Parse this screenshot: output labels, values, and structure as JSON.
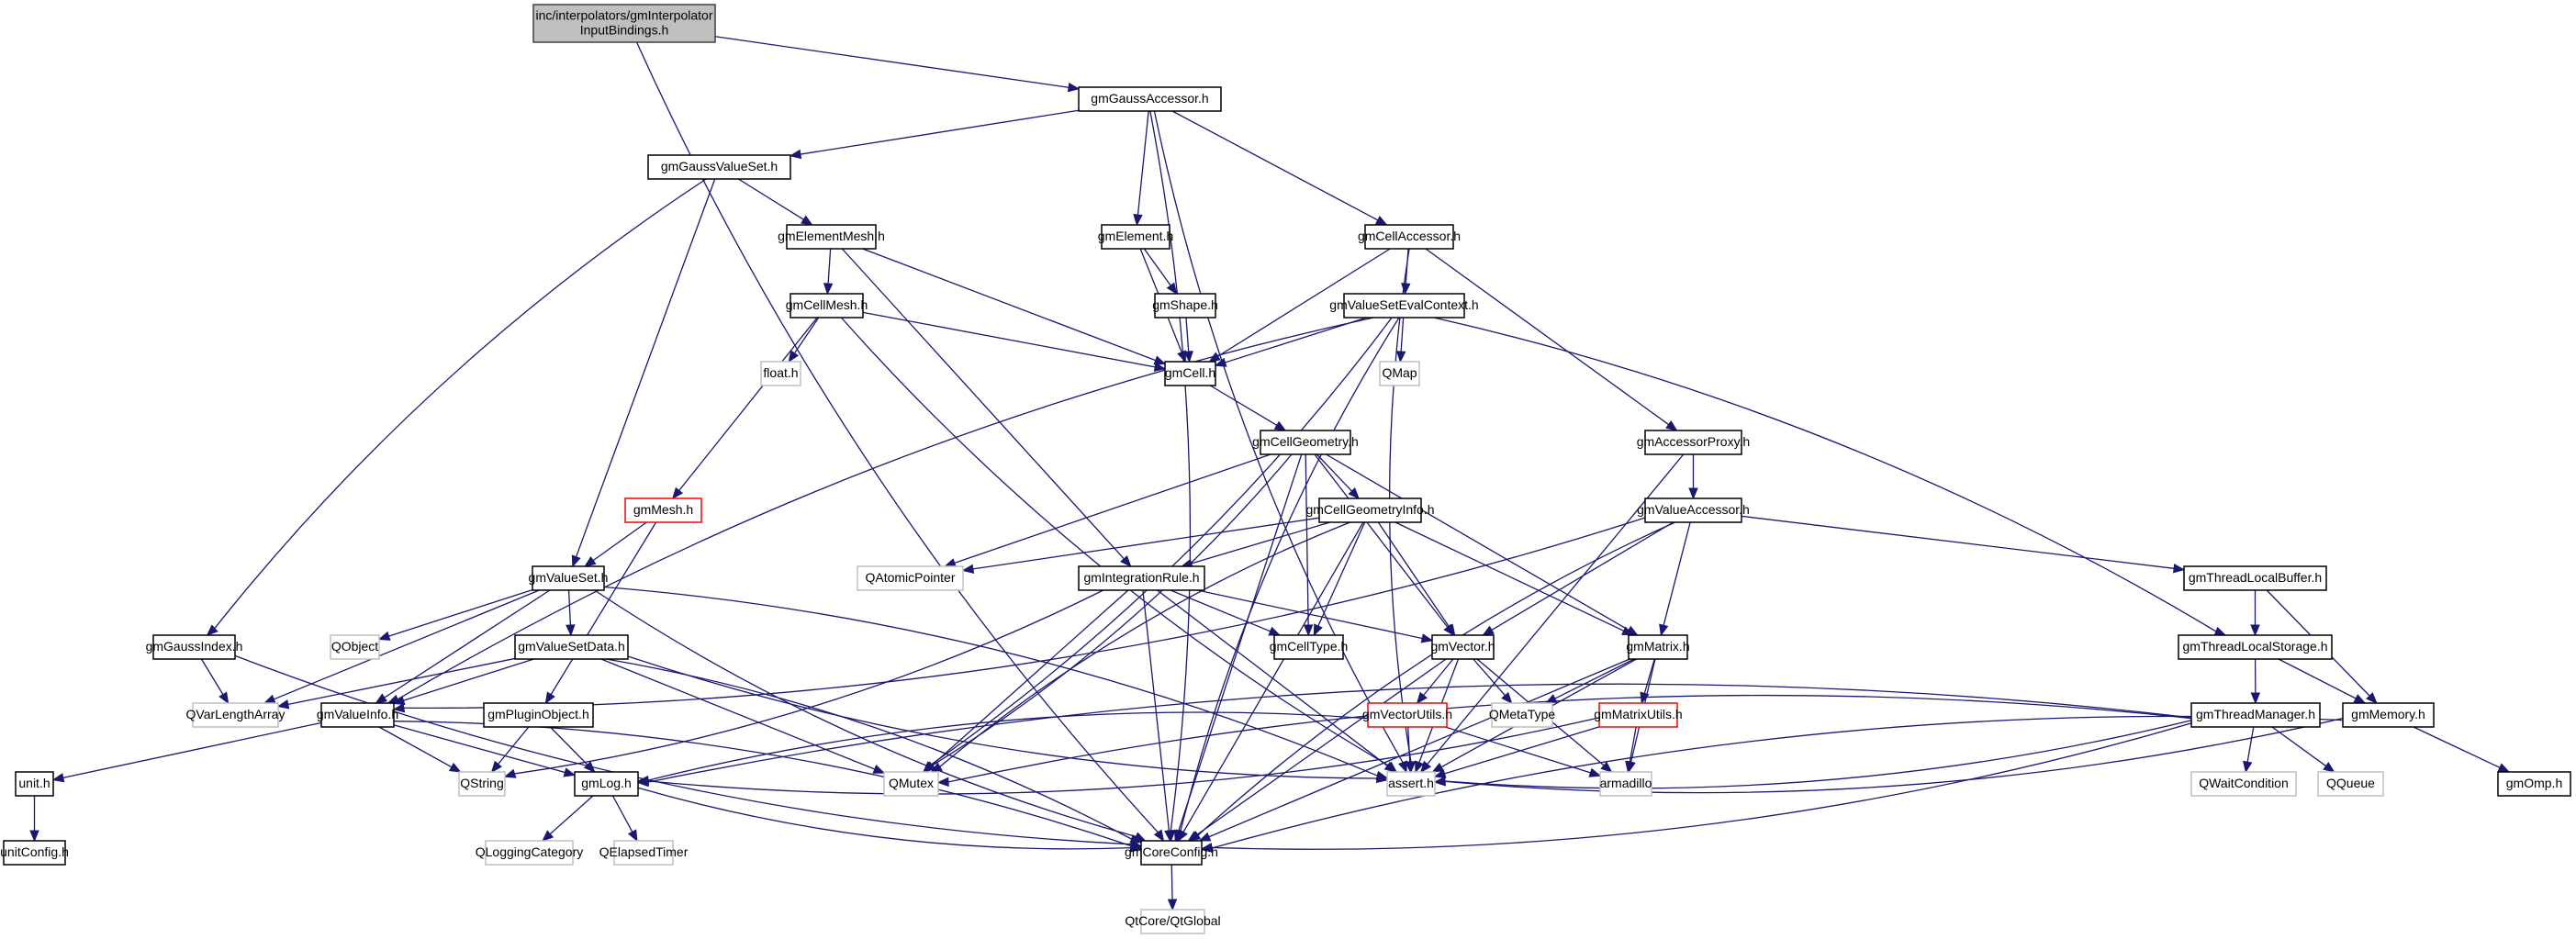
{
  "title": "Include dependency graph for inc/interpolators/gmInterpolatorInputBindings.h",
  "colors": {
    "edge": "#191970",
    "root_fill": "#bfbfbf",
    "root_border": "#404040",
    "node_border": "#000000",
    "external_border": "#bfbfbf",
    "undocumented_border": "#ff0000",
    "node_fill": "#ffffff"
  },
  "nodes": [
    {
      "id": "root",
      "lines": [
        "inc/interpolators/gmInterpolator",
        "InputBindings.h"
      ],
      "kind": "root"
    },
    {
      "id": "gmGaussAccessor",
      "lines": [
        "gmGaussAccessor.h"
      ],
      "kind": "normal"
    },
    {
      "id": "gmGaussValueSet",
      "lines": [
        "gmGaussValueSet.h"
      ],
      "kind": "normal"
    },
    {
      "id": "gmElementMesh",
      "lines": [
        "gmElementMesh.h"
      ],
      "kind": "normal"
    },
    {
      "id": "gmElement",
      "lines": [
        "gmElement.h"
      ],
      "kind": "normal"
    },
    {
      "id": "gmCellAccessor",
      "lines": [
        "gmCellAccessor.h"
      ],
      "kind": "normal"
    },
    {
      "id": "gmCellMesh",
      "lines": [
        "gmCellMesh.h"
      ],
      "kind": "normal"
    },
    {
      "id": "gmShape",
      "lines": [
        "gmShape.h"
      ],
      "kind": "normal"
    },
    {
      "id": "gmValueSetEvalContext",
      "lines": [
        "gmValueSetEvalContext.h"
      ],
      "kind": "normal"
    },
    {
      "id": "float",
      "lines": [
        "float.h"
      ],
      "kind": "external"
    },
    {
      "id": "gmCell",
      "lines": [
        "gmCell.h"
      ],
      "kind": "normal"
    },
    {
      "id": "QMap",
      "lines": [
        "QMap"
      ],
      "kind": "external"
    },
    {
      "id": "gmCellGeometry",
      "lines": [
        "gmCellGeometry.h"
      ],
      "kind": "normal"
    },
    {
      "id": "gmAccessorProxy",
      "lines": [
        "gmAccessorProxy.h"
      ],
      "kind": "normal"
    },
    {
      "id": "gmMesh",
      "lines": [
        "gmMesh.h"
      ],
      "kind": "undocumented"
    },
    {
      "id": "gmCellGeometryInfo",
      "lines": [
        "gmCellGeometryInfo.h"
      ],
      "kind": "normal"
    },
    {
      "id": "gmValueAccessor",
      "lines": [
        "gmValueAccessor.h"
      ],
      "kind": "normal"
    },
    {
      "id": "gmValueSet",
      "lines": [
        "gmValueSet.h"
      ],
      "kind": "normal"
    },
    {
      "id": "QAtomicPointer",
      "lines": [
        "QAtomicPointer"
      ],
      "kind": "external"
    },
    {
      "id": "gmIntegrationRule",
      "lines": [
        "gmIntegrationRule.h"
      ],
      "kind": "normal"
    },
    {
      "id": "gmThreadLocalBuffer",
      "lines": [
        "gmThreadLocalBuffer.h"
      ],
      "kind": "normal"
    },
    {
      "id": "gmGaussIndex",
      "lines": [
        "gmGaussIndex.h"
      ],
      "kind": "normal"
    },
    {
      "id": "QObject",
      "lines": [
        "QObject"
      ],
      "kind": "external"
    },
    {
      "id": "gmValueSetData",
      "lines": [
        "gmValueSetData.h"
      ],
      "kind": "normal"
    },
    {
      "id": "gmCellType",
      "lines": [
        "gmCellType.h"
      ],
      "kind": "normal"
    },
    {
      "id": "gmVector",
      "lines": [
        "gmVector.h"
      ],
      "kind": "normal"
    },
    {
      "id": "gmMatrix",
      "lines": [
        "gmMatrix.h"
      ],
      "kind": "normal"
    },
    {
      "id": "gmThreadLocalStorage",
      "lines": [
        "gmThreadLocalStorage.h"
      ],
      "kind": "normal"
    },
    {
      "id": "QVarLengthArray",
      "lines": [
        "QVarLengthArray"
      ],
      "kind": "external"
    },
    {
      "id": "gmValueInfo",
      "lines": [
        "gmValueInfo.h"
      ],
      "kind": "normal"
    },
    {
      "id": "gmPluginObject",
      "lines": [
        "gmPluginObject.h"
      ],
      "kind": "normal"
    },
    {
      "id": "gmVectorUtils",
      "lines": [
        "gmVectorUtils.h"
      ],
      "kind": "undocumented"
    },
    {
      "id": "QMetaType",
      "lines": [
        "QMetaType"
      ],
      "kind": "external"
    },
    {
      "id": "gmMatrixUtils",
      "lines": [
        "gmMatrixUtils.h"
      ],
      "kind": "undocumented"
    },
    {
      "id": "gmThreadManager",
      "lines": [
        "gmThreadManager.h"
      ],
      "kind": "normal"
    },
    {
      "id": "gmMemory",
      "lines": [
        "gmMemory.h"
      ],
      "kind": "normal"
    },
    {
      "id": "unit",
      "lines": [
        "unit.h"
      ],
      "kind": "normal"
    },
    {
      "id": "QString",
      "lines": [
        "QString"
      ],
      "kind": "external"
    },
    {
      "id": "gmLog",
      "lines": [
        "gmLog.h"
      ],
      "kind": "normal"
    },
    {
      "id": "QMutex",
      "lines": [
        "QMutex"
      ],
      "kind": "external"
    },
    {
      "id": "assert",
      "lines": [
        "assert.h"
      ],
      "kind": "external"
    },
    {
      "id": "armadillo",
      "lines": [
        "armadillo"
      ],
      "kind": "external"
    },
    {
      "id": "QWaitCondition",
      "lines": [
        "QWaitCondition"
      ],
      "kind": "external"
    },
    {
      "id": "QQueue",
      "lines": [
        "QQueue"
      ],
      "kind": "external"
    },
    {
      "id": "gmOmp",
      "lines": [
        "gmOmp.h"
      ],
      "kind": "normal"
    },
    {
      "id": "unitConfig",
      "lines": [
        "unitConfig.h"
      ],
      "kind": "normal"
    },
    {
      "id": "QLoggingCategory",
      "lines": [
        "QLoggingCategory"
      ],
      "kind": "external"
    },
    {
      "id": "QElapsedTimer",
      "lines": [
        "QElapsedTimer"
      ],
      "kind": "external"
    },
    {
      "id": "gmCoreConfig",
      "lines": [
        "gmCoreConfig.h"
      ],
      "kind": "normal"
    },
    {
      "id": "QtGlobal",
      "lines": [
        "QtCore/QtGlobal"
      ],
      "kind": "external"
    }
  ],
  "edges": [
    [
      "root",
      "gmGaussAccessor"
    ],
    [
      "root",
      "gmCoreConfig"
    ],
    [
      "gmGaussAccessor",
      "gmGaussValueSet"
    ],
    [
      "gmGaussAccessor",
      "gmElement"
    ],
    [
      "gmGaussAccessor",
      "gmCellAccessor"
    ],
    [
      "gmGaussAccessor",
      "assert"
    ],
    [
      "gmGaussAccessor",
      "gmCoreConfig"
    ],
    [
      "gmGaussValueSet",
      "gmElementMesh"
    ],
    [
      "gmGaussValueSet",
      "gmValueSet"
    ],
    [
      "gmGaussValueSet",
      "gmGaussIndex"
    ],
    [
      "gmElementMesh",
      "gmCellMesh"
    ],
    [
      "gmElementMesh",
      "gmCell"
    ],
    [
      "gmElementMesh",
      "gmIntegrationRule"
    ],
    [
      "gmElement",
      "gmShape"
    ],
    [
      "gmElement",
      "gmCell"
    ],
    [
      "gmShape",
      "gmCell"
    ],
    [
      "gmCellAccessor",
      "gmCell"
    ],
    [
      "gmCellAccessor",
      "gmValueSetEvalContext"
    ],
    [
      "gmCellAccessor",
      "gmAccessorProxy"
    ],
    [
      "gmCellAccessor",
      "assert"
    ],
    [
      "gmCellMesh",
      "float"
    ],
    [
      "gmCellMesh",
      "gmCell"
    ],
    [
      "gmCellMesh",
      "gmMesh"
    ],
    [
      "gmCellMesh",
      "assert"
    ],
    [
      "gmValueSetEvalContext",
      "gmCell"
    ],
    [
      "gmValueSetEvalContext",
      "QMap"
    ],
    [
      "gmValueSetEvalContext",
      "gmThreadLocalStorage"
    ],
    [
      "gmValueSetEvalContext",
      "gmValueInfo"
    ],
    [
      "gmValueSetEvalContext",
      "QMutex"
    ],
    [
      "gmValueSetEvalContext",
      "gmCoreConfig"
    ],
    [
      "gmCell",
      "gmCellGeometry"
    ],
    [
      "gmCellGeometry",
      "gmCellGeometryInfo"
    ],
    [
      "gmCellGeometry",
      "gmCellType"
    ],
    [
      "gmCellGeometry",
      "gmVector"
    ],
    [
      "gmCellGeometry",
      "gmMatrix"
    ],
    [
      "gmCellGeometry",
      "QAtomicPointer"
    ],
    [
      "gmCellGeometry",
      "QMutex"
    ],
    [
      "gmCellGeometry",
      "gmCoreConfig"
    ],
    [
      "gmAccessorProxy",
      "gmValueAccessor"
    ],
    [
      "gmAccessorProxy",
      "assert"
    ],
    [
      "gmMesh",
      "gmValueSet"
    ],
    [
      "gmMesh",
      "gmPluginObject"
    ],
    [
      "gmCellGeometryInfo",
      "gmIntegrationRule"
    ],
    [
      "gmCellGeometryInfo",
      "gmCellType"
    ],
    [
      "gmCellGeometryInfo",
      "gmVector"
    ],
    [
      "gmCellGeometryInfo",
      "gmMatrix"
    ],
    [
      "gmCellGeometryInfo",
      "QAtomicPointer"
    ],
    [
      "gmCellGeometryInfo",
      "QMutex"
    ],
    [
      "gmCellGeometryInfo",
      "gmCoreConfig"
    ],
    [
      "gmValueAccessor",
      "gmVector"
    ],
    [
      "gmValueAccessor",
      "gmMatrix"
    ],
    [
      "gmValueAccessor",
      "gmThreadLocalBuffer"
    ],
    [
      "gmValueAccessor",
      "gmValueInfo"
    ],
    [
      "gmValueAccessor",
      "gmCoreConfig"
    ],
    [
      "gmValueSet",
      "QObject"
    ],
    [
      "gmValueSet",
      "gmValueSetData"
    ],
    [
      "gmValueSet",
      "gmValueInfo"
    ],
    [
      "gmValueSet",
      "QVarLengthArray"
    ],
    [
      "gmValueSet",
      "assert"
    ],
    [
      "gmValueSet",
      "gmCoreConfig"
    ],
    [
      "gmIntegrationRule",
      "gmCellType"
    ],
    [
      "gmIntegrationRule",
      "gmVector"
    ],
    [
      "gmIntegrationRule",
      "QString"
    ],
    [
      "gmIntegrationRule",
      "QMutex"
    ],
    [
      "gmIntegrationRule",
      "assert"
    ],
    [
      "gmIntegrationRule",
      "gmCoreConfig"
    ],
    [
      "gmThreadLocalBuffer",
      "gmThreadLocalStorage"
    ],
    [
      "gmThreadLocalBuffer",
      "gmMemory"
    ],
    [
      "gmGaussIndex",
      "QVarLengthArray"
    ],
    [
      "gmGaussIndex",
      "gmCoreConfig"
    ],
    [
      "gmValueSetData",
      "QVarLengthArray"
    ],
    [
      "gmValueSetData",
      "gmValueInfo"
    ],
    [
      "gmValueSetData",
      "QMutex"
    ],
    [
      "gmValueSetData",
      "assert"
    ],
    [
      "gmValueSetData",
      "gmCoreConfig"
    ],
    [
      "gmVector",
      "gmVectorUtils"
    ],
    [
      "gmVector",
      "QMetaType"
    ],
    [
      "gmVector",
      "assert"
    ],
    [
      "gmVector",
      "armadillo"
    ],
    [
      "gmVector",
      "gmCoreConfig"
    ],
    [
      "gmMatrix",
      "gmMatrixUtils"
    ],
    [
      "gmMatrix",
      "QMetaType"
    ],
    [
      "gmMatrix",
      "assert"
    ],
    [
      "gmMatrix",
      "armadillo"
    ],
    [
      "gmMatrix",
      "gmCoreConfig"
    ],
    [
      "gmThreadLocalStorage",
      "gmThreadManager"
    ],
    [
      "gmThreadLocalStorage",
      "gmMemory"
    ],
    [
      "gmValueInfo",
      "unit"
    ],
    [
      "gmValueInfo",
      "QString"
    ],
    [
      "gmValueInfo",
      "gmLog"
    ],
    [
      "gmValueInfo",
      "gmCoreConfig"
    ],
    [
      "gmPluginObject",
      "QString"
    ],
    [
      "gmPluginObject",
      "gmLog"
    ],
    [
      "gmVectorUtils",
      "assert"
    ],
    [
      "gmVectorUtils",
      "armadillo"
    ],
    [
      "gmVectorUtils",
      "gmLog"
    ],
    [
      "gmMatrixUtils",
      "assert"
    ],
    [
      "gmMatrixUtils",
      "armadillo"
    ],
    [
      "gmMatrixUtils",
      "gmLog"
    ],
    [
      "gmThreadManager",
      "QWaitCondition"
    ],
    [
      "gmThreadManager",
      "QQueue"
    ],
    [
      "gmThreadManager",
      "gmLog"
    ],
    [
      "gmThreadManager",
      "assert"
    ],
    [
      "gmThreadManager",
      "QMutex"
    ],
    [
      "gmThreadManager",
      "gmCoreConfig"
    ],
    [
      "gmMemory",
      "gmOmp"
    ],
    [
      "gmMemory",
      "assert"
    ],
    [
      "gmMemory",
      "gmCoreConfig"
    ],
    [
      "unit",
      "unitConfig"
    ],
    [
      "gmLog",
      "QLoggingCategory"
    ],
    [
      "gmLog",
      "QElapsedTimer"
    ],
    [
      "gmLog",
      "gmCoreConfig"
    ],
    [
      "gmCoreConfig",
      "QtGlobal"
    ]
  ]
}
